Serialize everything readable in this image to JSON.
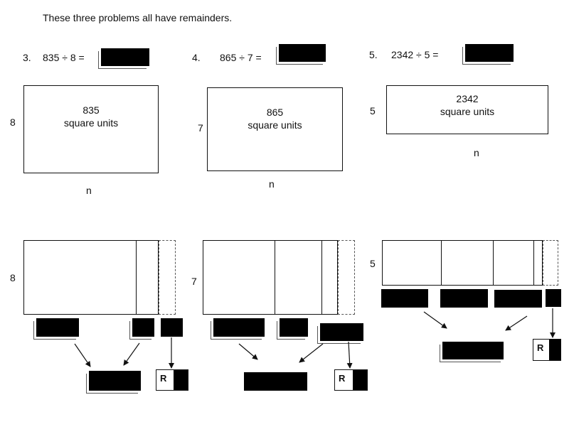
{
  "header": {
    "instruction": "These three problems all have remainders."
  },
  "problems": [
    {
      "number": "3.",
      "expression": "835 ÷ 8 =",
      "side_label": "8",
      "area_value": "835",
      "area_units": "square units",
      "bottom_label": "n",
      "model_side_label": "8",
      "remainder_prefix": "R"
    },
    {
      "number": "4.",
      "expression": "865 ÷ 7 =",
      "side_label": "7",
      "area_value": "865",
      "area_units": "square units",
      "bottom_label": "n",
      "model_side_label": "7",
      "remainder_prefix": "R"
    },
    {
      "number": "5.",
      "expression": "2342 ÷ 5 =",
      "side_label": "5",
      "area_value": "2342",
      "area_units": "square units",
      "bottom_label": "n",
      "model_side_label": "5",
      "remainder_prefix": "R"
    }
  ],
  "colors": {
    "ink": "#111111",
    "redaction": "#000000",
    "dashed": "#555555"
  }
}
